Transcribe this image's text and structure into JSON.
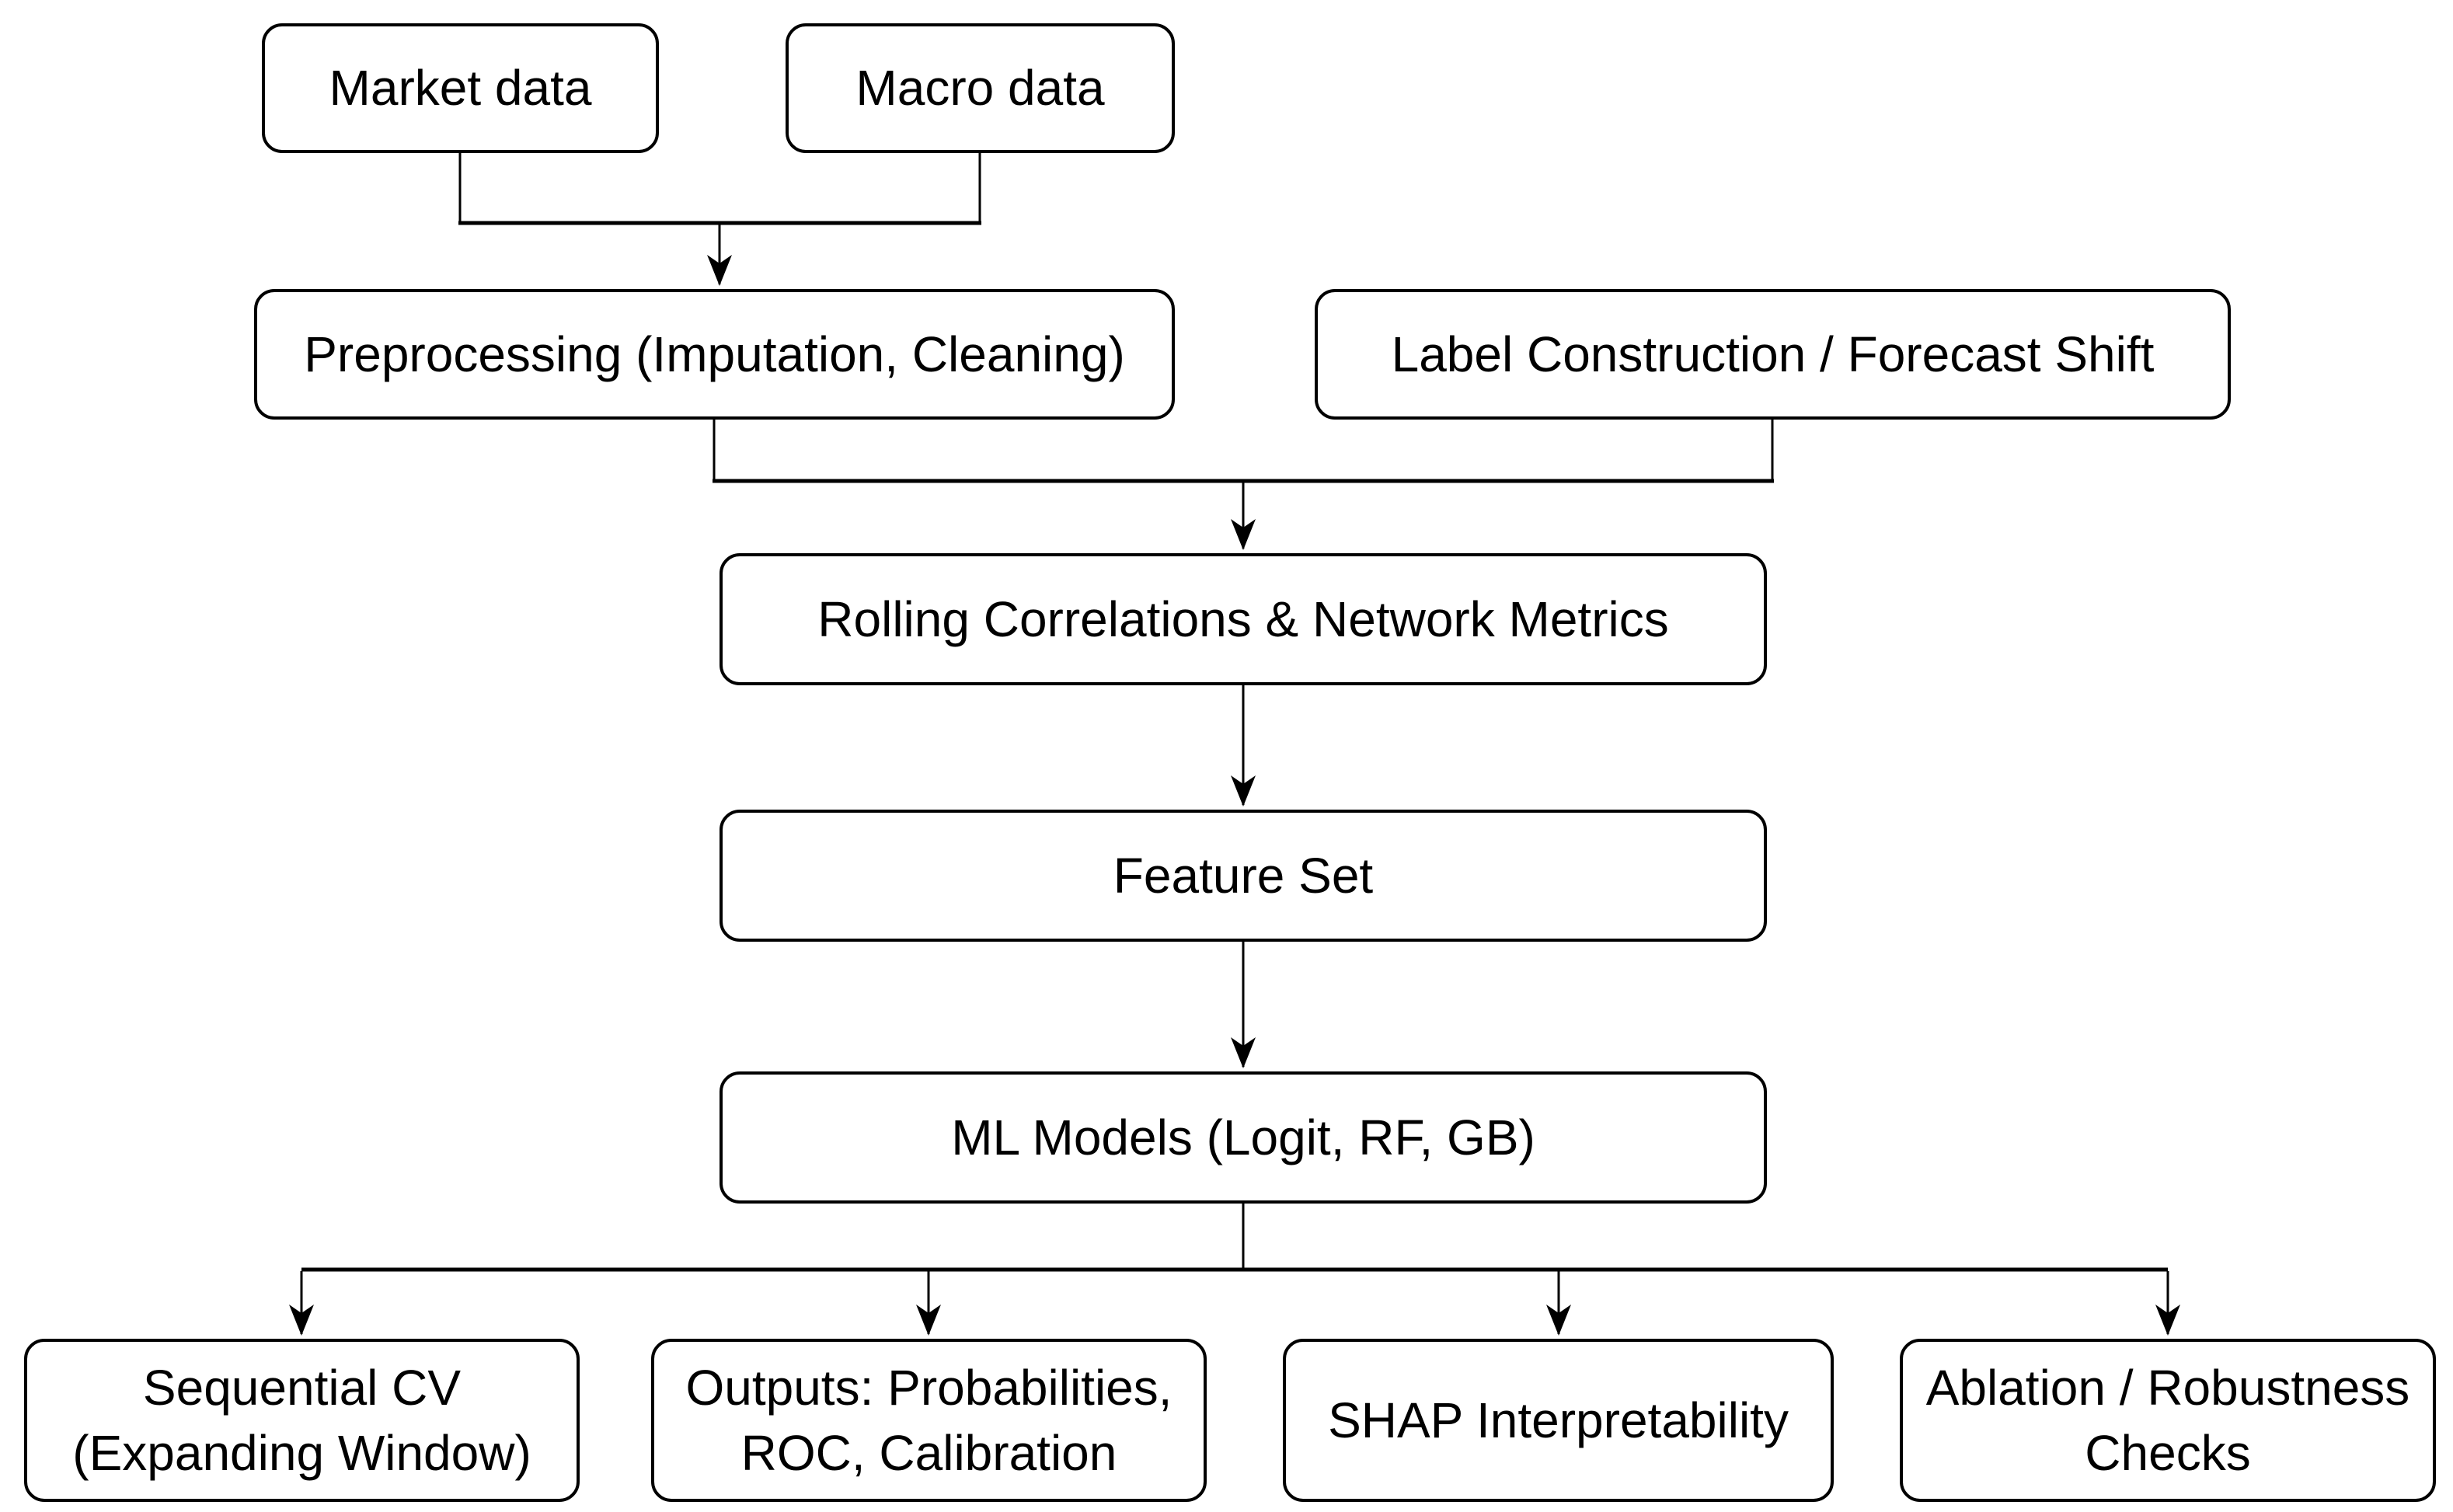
{
  "diagram": {
    "description": "ML pipeline flowchart",
    "colors": {
      "background": "#ffffff",
      "node_fill": "#ffffff",
      "node_border": "#000000",
      "text": "#000000",
      "connector": "#000000"
    },
    "nodes": {
      "market": {
        "lines": [
          "Market data"
        ]
      },
      "macro": {
        "lines": [
          "Macro data"
        ]
      },
      "preprocessing": {
        "lines": [
          "Preprocessing (Imputation, Cleaning)"
        ]
      },
      "label_construction": {
        "lines": [
          "Label Construction / Forecast Shift"
        ]
      },
      "rolling": {
        "lines": [
          "Rolling Correlations & Network Metrics"
        ]
      },
      "feature_set": {
        "lines": [
          "Feature Set"
        ]
      },
      "ml_models": {
        "lines": [
          "ML Models (Logit, RF, GB)"
        ]
      },
      "sequential_cv": {
        "lines": [
          "Sequential CV",
          "(Expanding Window)"
        ]
      },
      "outputs": {
        "lines": [
          "Outputs: Probabilities,",
          "ROC, Calibration"
        ]
      },
      "shap": {
        "lines": [
          "SHAP Interpretability"
        ]
      },
      "ablation": {
        "lines": [
          "Ablation / Robustness",
          "Checks"
        ]
      }
    },
    "edges": [
      "Market data -> Preprocessing (Imputation, Cleaning)",
      "Macro data -> Preprocessing (Imputation, Cleaning)",
      "Preprocessing (Imputation, Cleaning) -> Rolling Correlations & Network Metrics",
      "Label Construction / Forecast Shift -> Rolling Correlations & Network Metrics",
      "Rolling Correlations & Network Metrics -> Feature Set",
      "Feature Set -> ML Models (Logit, RF, GB)",
      "ML Models (Logit, RF, GB) -> Sequential CV (Expanding Window)",
      "ML Models (Logit, RF, GB) -> Outputs: Probabilities, ROC, Calibration",
      "ML Models (Logit, RF, GB) -> SHAP Interpretability",
      "ML Models (Logit, RF, GB) -> Ablation / Robustness Checks"
    ]
  }
}
